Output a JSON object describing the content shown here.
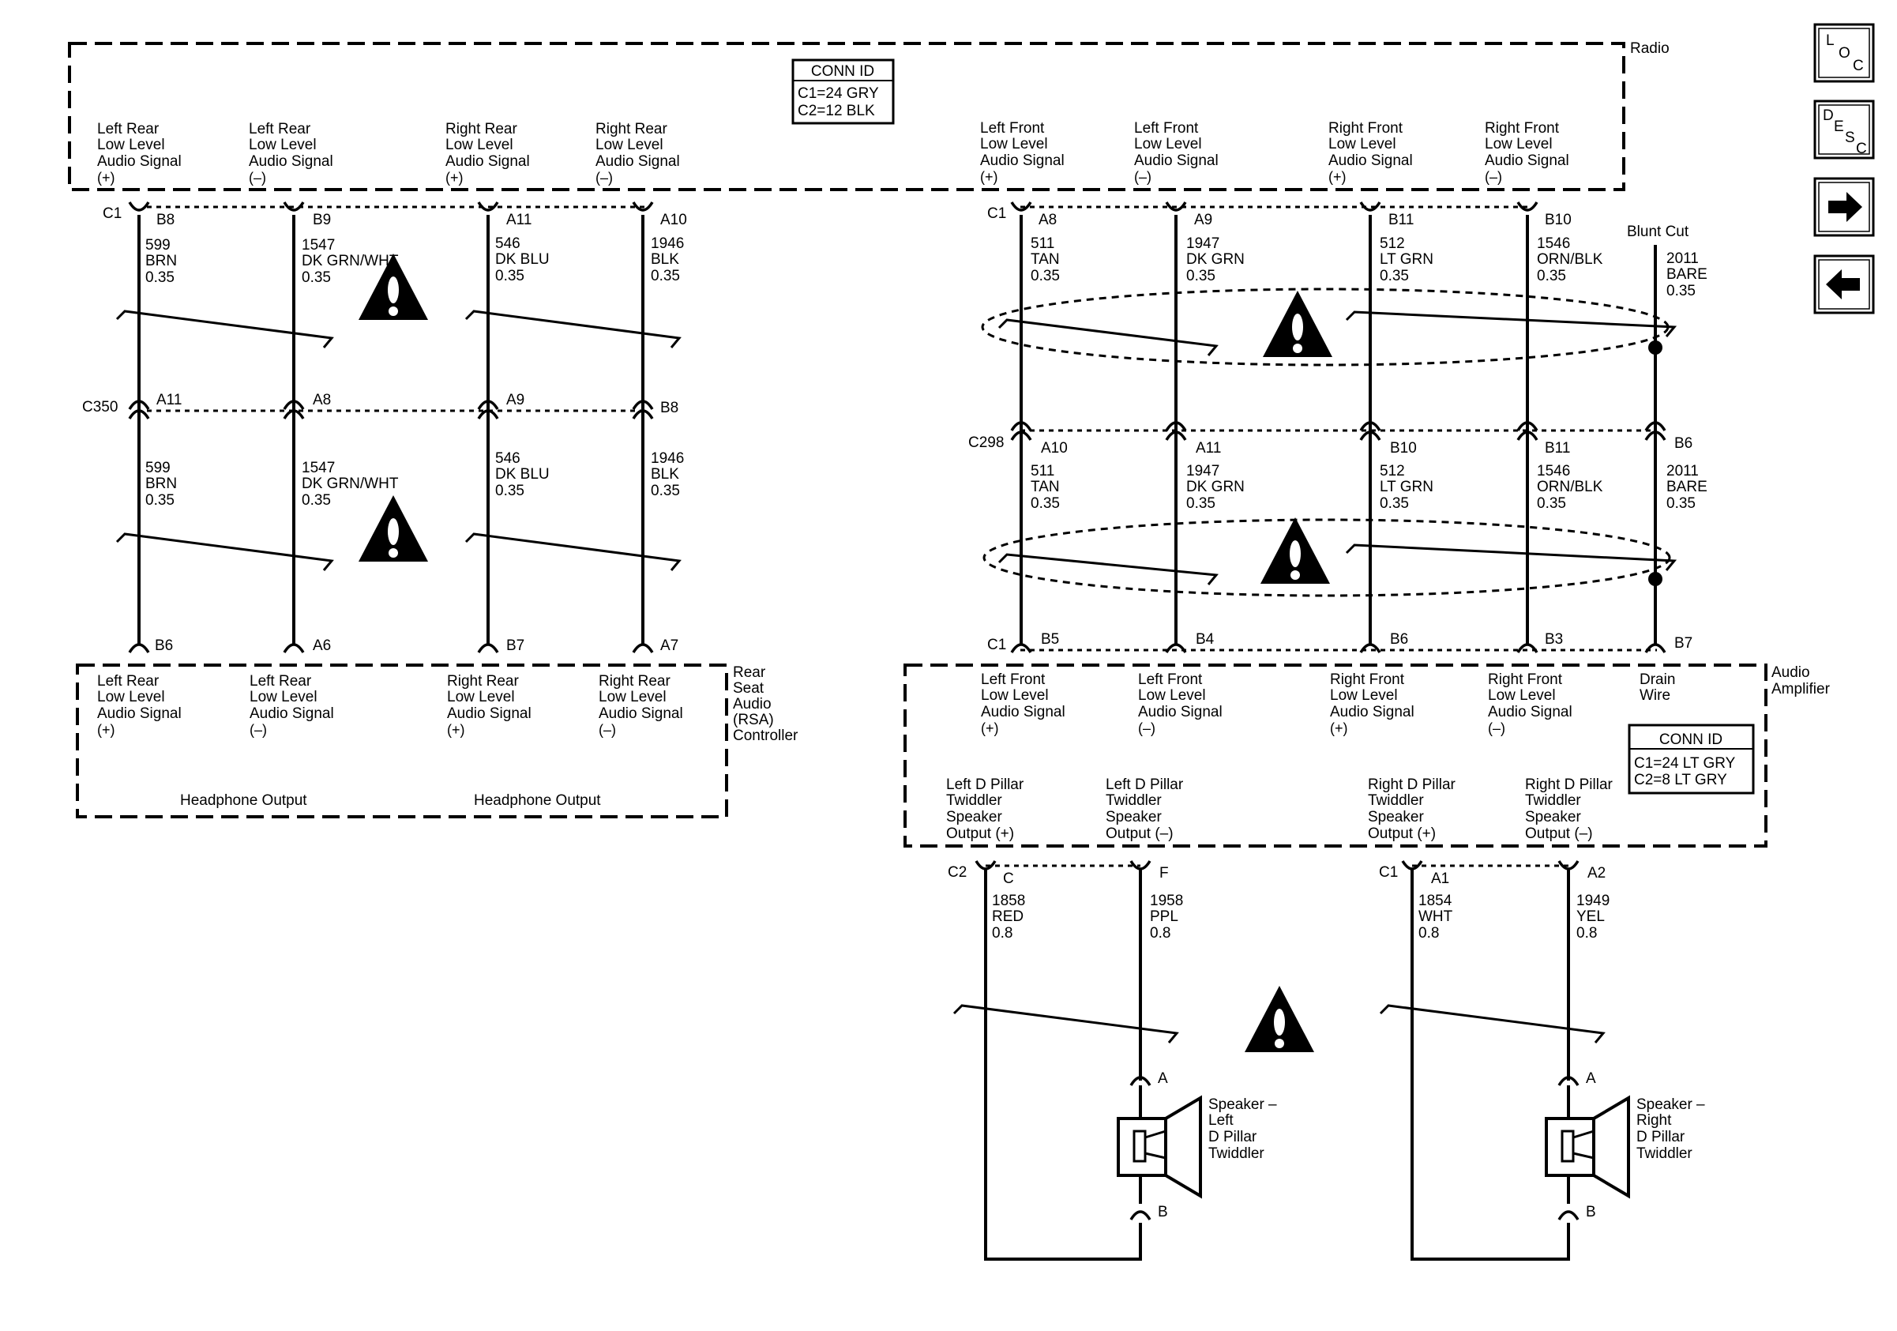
{
  "radio": {
    "label": "Radio",
    "conn_id": {
      "title": "CONN ID",
      "lines": [
        "C1=24 GRY",
        "C2=12 BLK"
      ]
    },
    "left_signals": [
      [
        "Left Rear",
        "Low Level",
        "Audio Signal",
        "(+)"
      ],
      [
        "Left Rear",
        "Low Level",
        "Audio Signal",
        "(–)"
      ],
      [
        "Right Rear",
        "Low Level",
        "Audio Signal",
        "(+)"
      ],
      [
        "Right Rear",
        "Low Level",
        "Audio Signal",
        "(–)"
      ]
    ],
    "right_signals": [
      [
        "Left Front",
        "Low Level",
        "Audio Signal",
        "(+)"
      ],
      [
        "Left Front",
        "Low Level",
        "Audio Signal",
        "(–)"
      ],
      [
        "Right Front",
        "Low Level",
        "Audio Signal",
        "(+)"
      ],
      [
        "Right Front",
        "Low Level",
        "Audio Signal",
        "(–)"
      ]
    ]
  },
  "left_section": {
    "radio_connector": "C1",
    "radio_pins": [
      "B8",
      "B9",
      "A11",
      "A10"
    ],
    "wires": [
      [
        "599",
        "BRN",
        "0.35"
      ],
      [
        "1547",
        "DK GRN/WHT",
        "0.35"
      ],
      [
        "546",
        "DK BLU",
        "0.35"
      ],
      [
        "1946",
        "BLK",
        "0.35"
      ]
    ],
    "inline_connector": "C350",
    "inline_pins": [
      "A11",
      "A8",
      "A9",
      "B8"
    ],
    "rsa_pins": [
      "B6",
      "A6",
      "B7",
      "A7"
    ]
  },
  "rsa": {
    "label": [
      "Rear",
      "Seat",
      "Audio",
      "(RSA)",
      "Controller"
    ],
    "signals": [
      [
        "Left Rear",
        "Low Level",
        "Audio Signal",
        "(+)"
      ],
      [
        "Left Rear",
        "Low Level",
        "Audio Signal",
        "(–)"
      ],
      [
        "Right Rear",
        "Low Level",
        "Audio Signal",
        "(+)"
      ],
      [
        "Right Rear",
        "Low Level",
        "Audio Signal",
        "(–)"
      ]
    ],
    "outputs": [
      "Headphone Output",
      "Headphone Output"
    ]
  },
  "right_section": {
    "radio_connector": "C1",
    "radio_pins": [
      "A8",
      "A9",
      "B11",
      "B10"
    ],
    "wires": [
      [
        "511",
        "TAN",
        "0.35"
      ],
      [
        "1947",
        "DK GRN",
        "0.35"
      ],
      [
        "512",
        "LT GRN",
        "0.35"
      ],
      [
        "1546",
        "ORN/BLK",
        "0.35"
      ]
    ],
    "blunt_cut": "Blunt Cut",
    "drain_wire": [
      "2011",
      "BARE",
      "0.35"
    ],
    "inline_connector": "C298",
    "inline_pins": [
      "A10",
      "A11",
      "B10",
      "B11",
      "B6"
    ],
    "amp_connector": "C1",
    "amp_pins": [
      "B5",
      "B4",
      "B6",
      "B3",
      "B7"
    ]
  },
  "amplifier": {
    "label": [
      "Audio",
      "Amplifier"
    ],
    "signals": [
      [
        "Left Front",
        "Low Level",
        "Audio Signal",
        "(+)"
      ],
      [
        "Left Front",
        "Low Level",
        "Audio Signal",
        "(–)"
      ],
      [
        "Right Front",
        "Low Level",
        "Audio Signal",
        "(+)"
      ],
      [
        "Right Front",
        "Low Level",
        "Audio Signal",
        "(–)"
      ],
      [
        "Drain",
        "Wire"
      ]
    ],
    "conn_id": {
      "title": "CONN ID",
      "lines": [
        "C1=24 LT GRY",
        "C2=8 LT GRY"
      ]
    },
    "outputs": [
      [
        "Left D Pillar",
        "Twiddler",
        "Speaker",
        "Output (+)"
      ],
      [
        "Left D Pillar",
        "Twiddler",
        "Speaker",
        "Output (–)"
      ],
      [
        "Right D Pillar",
        "Twiddler",
        "Speaker",
        "Output (+)"
      ],
      [
        "Right D Pillar",
        "Twiddler",
        "Speaker",
        "Output (–)"
      ]
    ],
    "out_connectors": [
      "C2",
      "C1"
    ],
    "out_pins": [
      "C",
      "F",
      "A1",
      "A2"
    ]
  },
  "speaker_wires": [
    [
      "1858",
      "RED",
      "0.8"
    ],
    [
      "1958",
      "PPL",
      "0.8"
    ],
    [
      "1854",
      "WHT",
      "0.8"
    ],
    [
      "1949",
      "YEL",
      "0.8"
    ]
  ],
  "speakers": [
    {
      "label": [
        "Speaker –",
        "Left",
        "D Pillar",
        "Twiddler"
      ],
      "pins": [
        "A",
        "B"
      ]
    },
    {
      "label": [
        "Speaker –",
        "Right",
        "D Pillar",
        "Twiddler"
      ],
      "pins": [
        "A",
        "B"
      ]
    }
  ],
  "nav": {
    "loc": [
      "L",
      "O",
      "C"
    ],
    "desc": [
      "D",
      "E",
      "S",
      "C"
    ]
  }
}
